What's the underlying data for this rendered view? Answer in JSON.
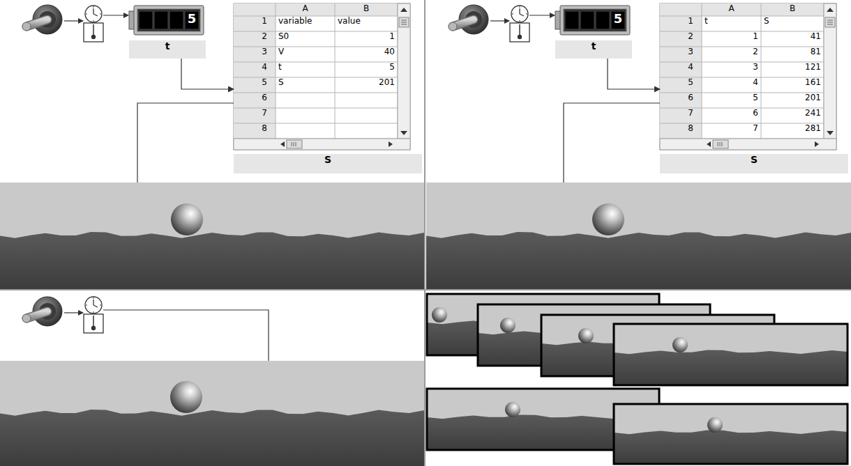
{
  "diagram": {
    "nodes": [
      {
        "text": [
          "5",
          "t"
        ]
      },
      {
        "text": [
          "S"
        ]
      },
      {
        "text": [
          "5",
          "t"
        ]
      },
      {
        "text": [
          "S"
        ]
      }
    ],
    "edges": [
      {
        "from": 0,
        "to": 1,
        "arrow": "to"
      },
      {
        "from": 2,
        "to": 3,
        "arrow": "to"
      }
    ],
    "labels": [
      "A",
      "B",
      "1",
      "variable",
      "value",
      "2",
      "S0",
      "1",
      "3",
      "V",
      "40",
      "4",
      "t",
      "5",
      "5",
      "S",
      "201",
      "6",
      "7",
      "8",
      "A",
      "B",
      "1",
      "t",
      "S",
      "2",
      "1",
      "41",
      "3",
      "2",
      "81",
      "4",
      "3",
      "121",
      "5",
      "4",
      "161",
      "6",
      "5",
      "201",
      "7",
      "6",
      "241",
      "8",
      "7",
      "281"
    ]
  }
}
